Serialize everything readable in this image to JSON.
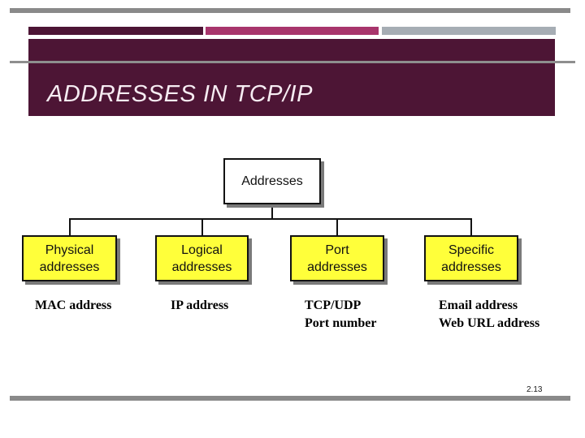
{
  "slide": {
    "title": "ADDRESSES IN TCP/IP",
    "page_number": "2.13"
  },
  "colors": {
    "dark_maroon": "#4D1535",
    "accent_pink": "#A8356C",
    "accent_gray": "#A6ADB4",
    "bar_gray": "#8A8A8A",
    "diagram_yellow": "#FFFF3A",
    "title_text": "#F6ECF2"
  },
  "diagram": {
    "root": {
      "label": "Addresses"
    },
    "children": [
      {
        "line1": "Physical",
        "line2": "addresses"
      },
      {
        "line1": "Logical",
        "line2": "addresses"
      },
      {
        "line1": "Port",
        "line2": "addresses"
      },
      {
        "line1": "Specific",
        "line2": "addresses"
      }
    ]
  },
  "annotations": [
    {
      "line1": "MAC address",
      "line2": ""
    },
    {
      "line1": "IP address",
      "line2": ""
    },
    {
      "line1": "TCP/UDP",
      "line2": "Port number"
    },
    {
      "line1": "Email address",
      "line2": "Web URL address"
    }
  ]
}
